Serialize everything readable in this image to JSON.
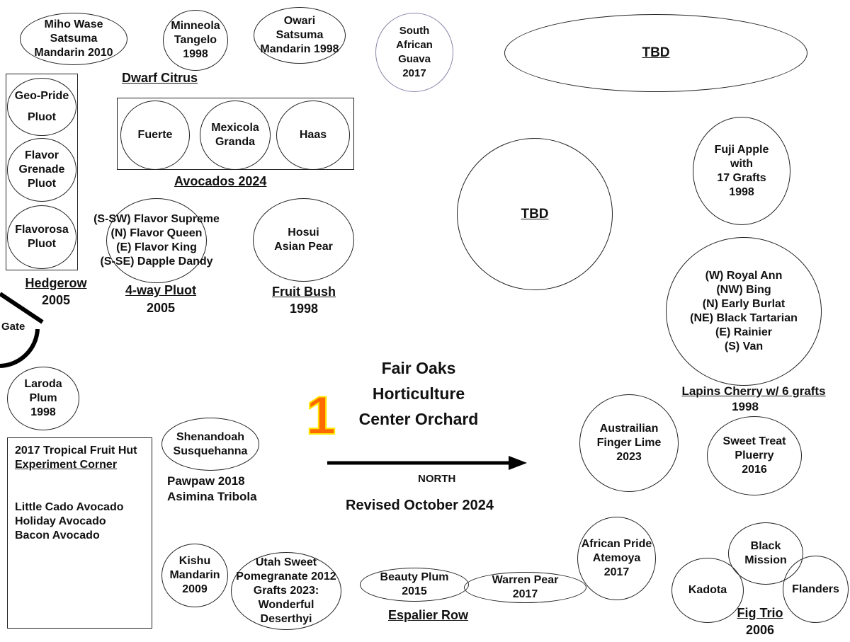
{
  "trees": {
    "miho": [
      "Miho Wase",
      "Satsuma",
      "Mandarin 2010"
    ],
    "minneola": [
      "Minneola",
      "Tangelo",
      "1998"
    ],
    "owari": [
      "Owari",
      "Satsuma",
      "Mandarin 1998"
    ],
    "guava": [
      "South",
      "African",
      "Guava",
      "2017"
    ],
    "tbd_top": [
      "TBD"
    ],
    "geopride": [
      "Geo-Pride",
      "Pluot"
    ],
    "grenade": [
      "Flavor",
      "Grenade",
      "Pluot"
    ],
    "flavorosa": [
      "Flavorosa",
      "Pluot"
    ],
    "fuerte": [
      "Fuerte"
    ],
    "mexicola": [
      "Mexicola",
      "Granda"
    ],
    "haas": [
      "Haas"
    ],
    "pluot4": [
      "(S-SW) Flavor Supreme",
      "(N)  Flavor Queen",
      "(E)  Flavor King",
      "(S-SE)  Dapple Dandy"
    ],
    "hosui": [
      "Hosui",
      "Asian Pear"
    ],
    "tbd_mid": [
      "TBD"
    ],
    "fuji": [
      "Fuji Apple",
      "with",
      "17 Grafts",
      "1998"
    ],
    "cherry": [
      "(W) Royal Ann",
      "(NW) Bing",
      "(N) Early Burlat",
      "(NE) Black Tartarian",
      "(E) Rainier",
      "(S) Van"
    ],
    "laroda": [
      "Laroda",
      "Plum",
      "1998"
    ],
    "shenandoah": [
      "Shenandoah",
      "Susquehanna"
    ],
    "fingerlime": [
      "Austrailian",
      "Finger Lime",
      "2023"
    ],
    "sweettreat": [
      "Sweet Treat",
      "Pluerry",
      "2016"
    ],
    "kishu": [
      "Kishu",
      "Mandarin",
      "2009"
    ],
    "utah": [
      "Utah Sweet",
      "Pomegranate 2012",
      "Grafts 2023:",
      "Wonderful",
      "Deserthyi"
    ],
    "beauty": [
      "Beauty Plum",
      "2015"
    ],
    "warren": [
      "Warren Pear",
      "2017"
    ],
    "atemoya": [
      "African Pride",
      "Atemoya",
      "2017"
    ],
    "blackmission": [
      "Black",
      "Mission"
    ],
    "kadota": [
      "Kadota"
    ],
    "flanders": [
      "Flanders"
    ]
  },
  "labels": {
    "dwarf_citrus": "Dwarf Citrus",
    "avocados": "Avocados 2024",
    "hedgerow": "Hedgerow",
    "hedgerow_year": "2005",
    "pluot4": "4-way Pluot",
    "pluot4_year": "2005",
    "fruit_bush": "Fruit Bush",
    "fruit_bush_year": "1998",
    "lapins": "Lapins Cherry w/ 6 grafts",
    "lapins_year": "1998",
    "gate": "Gate",
    "pawpaw": [
      "Pawpaw 2018",
      "Asimina Tribola"
    ],
    "espalier": "Espalier Row",
    "fig_trio": "Fig Trio",
    "fig_year": "2006"
  },
  "tropical": [
    "2017 Tropical Fruit Hut",
    "Experiment Corner",
    "",
    "Little Cado Avocado",
    "Holiday Avocado",
    "Bacon Avocado"
  ],
  "center": {
    "title": [
      "Fair Oaks",
      "Horticulture",
      "Center Orchard"
    ],
    "logo_number": "1",
    "north": "NORTH",
    "revised": "Revised October 2024"
  },
  "colors": {
    "logo_fill": "#ff6a00",
    "logo_outline": "#ffe600",
    "guava_border": "#8a84a8"
  }
}
